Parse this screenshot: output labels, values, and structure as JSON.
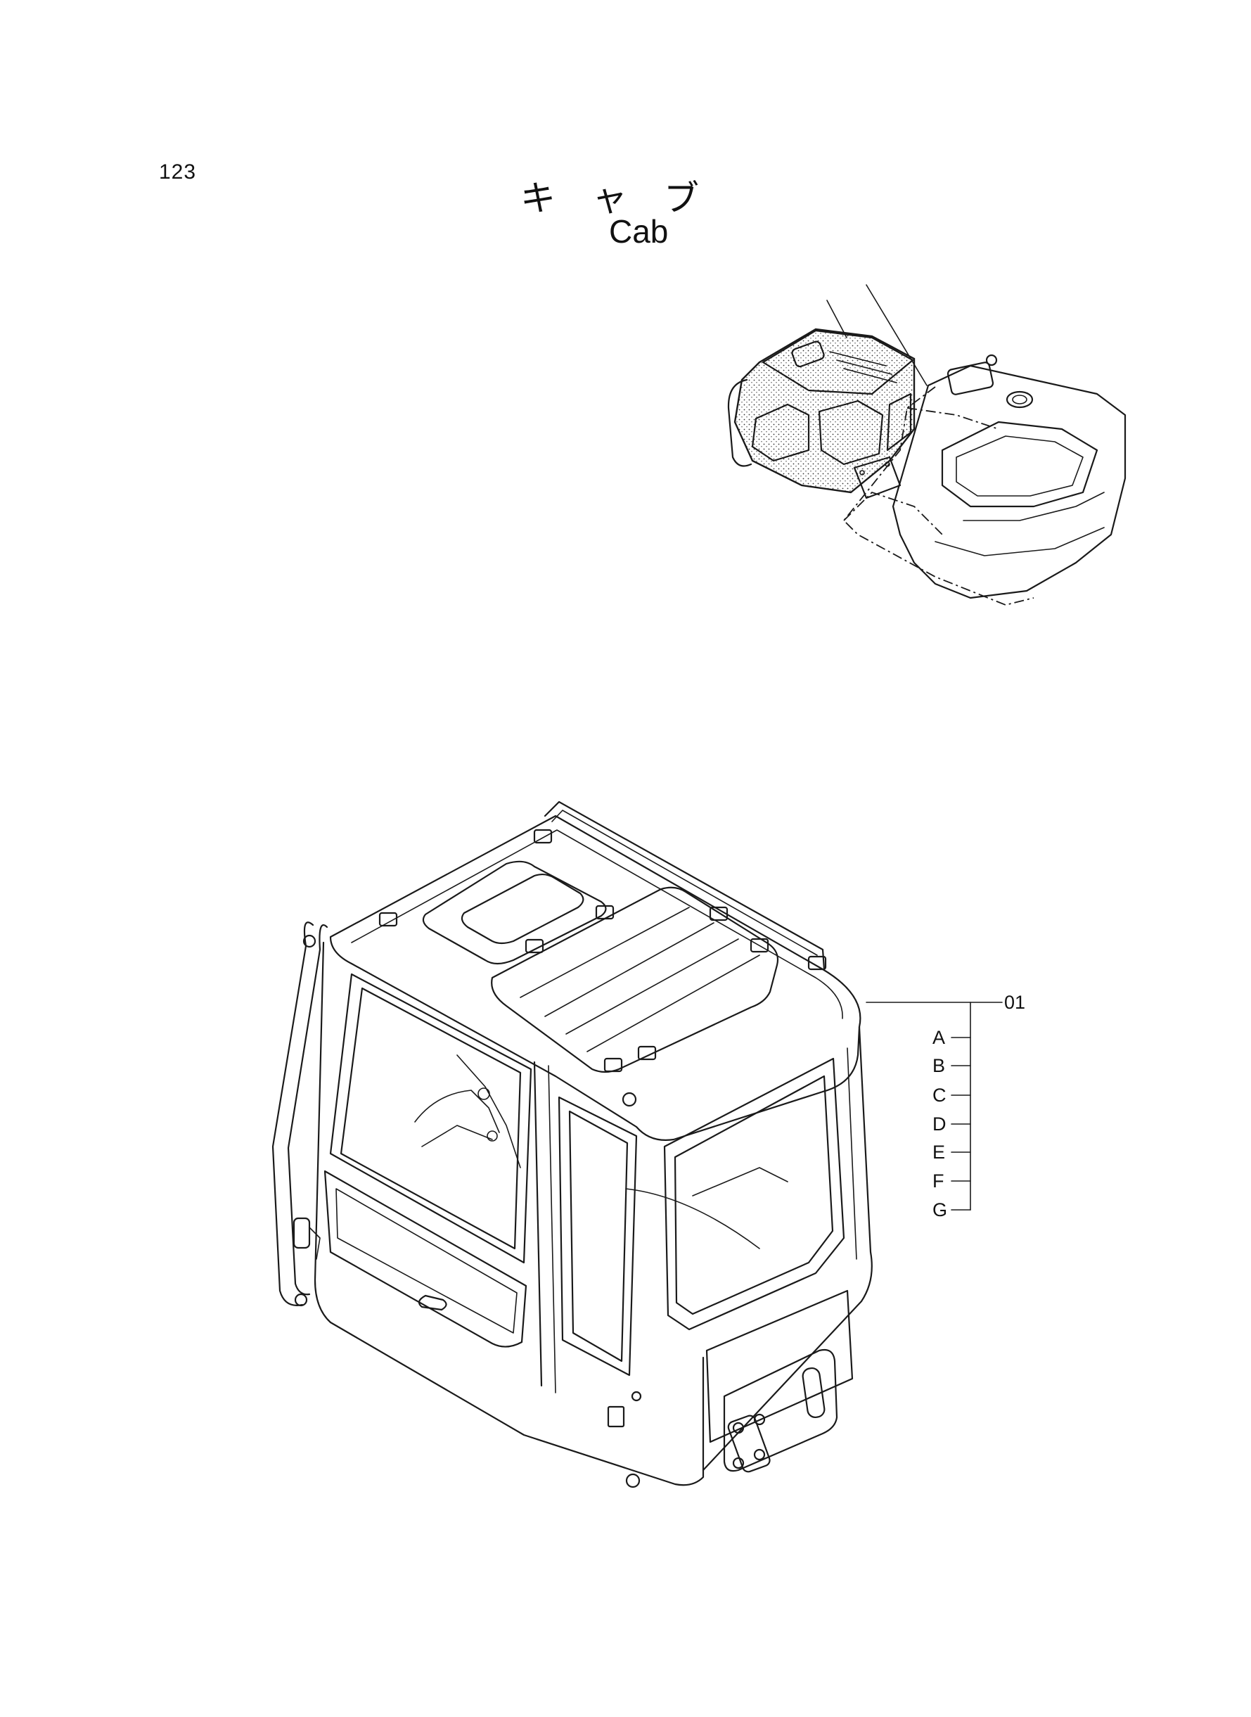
{
  "page": {
    "number": "123",
    "title_jp": "キャブ",
    "title_en": "Cab"
  },
  "callouts": {
    "main": "01",
    "sub": [
      "A",
      "B",
      "C",
      "D",
      "E",
      "F",
      "G"
    ]
  },
  "illustrations": {
    "overview": "excavator-upper-structure-overview",
    "detail": "cab-assembly"
  }
}
